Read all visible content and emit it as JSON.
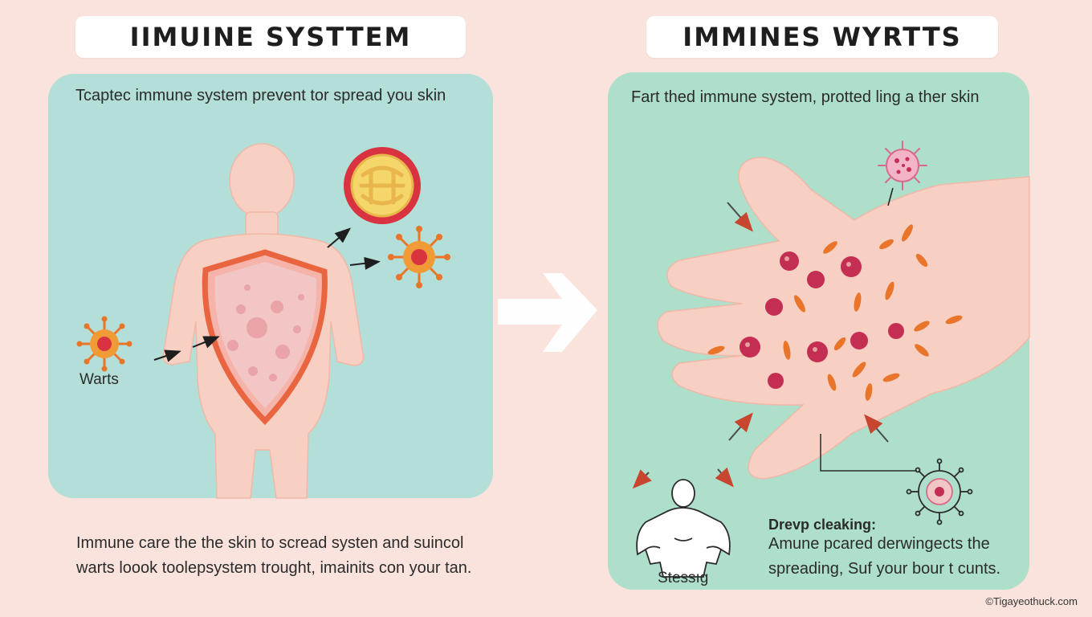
{
  "titles": {
    "left": "IIMUINE SYSTTEM",
    "right": "IMMINES WYRTTS"
  },
  "left_panel": {
    "subtitle": "Tcaptec immune system prevent tor spread you skin",
    "warts_label": "Warts",
    "caption_lines": [
      "Immune care the the skin to scread systen and suincol",
      "warts loook toolepsystem trought, imainits con your tan."
    ]
  },
  "right_panel": {
    "subtitle": "Fart thed immune system, protted ling a ther skin",
    "stress_label": "Stessıg",
    "callout_heading": "Drevp cleaking:",
    "callout_lines": [
      "Amune pcared derwingects the",
      "spreading, Suf your bour t cunts."
    ]
  },
  "copyright": "©Tigayeothuck.com",
  "colors": {
    "background": "#fae3dc",
    "panel_left": "#b3dfd8",
    "panel_right": "#addfcb",
    "skin": "#f8cfc3",
    "shield_outline": "#e96540",
    "virus_orange": "#e9752a",
    "wart_dot": "#c42e52"
  },
  "icons": {
    "shield": "shield-icon",
    "pill": "pill-icon",
    "virus": "virus-icon",
    "arrow": "arrow-right-icon"
  }
}
